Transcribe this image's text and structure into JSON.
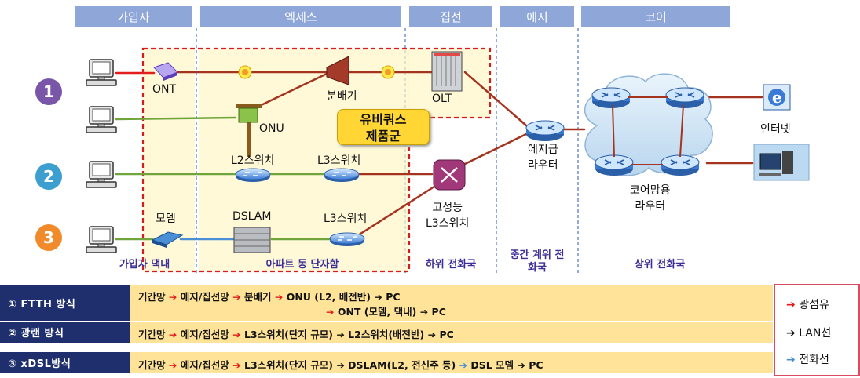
{
  "headers": {
    "subscriber": "가입자",
    "access": "엑세스",
    "aggregation": "집선",
    "edge": "에지",
    "core": "코어"
  },
  "zones": {
    "home": "가입자 댁내",
    "apartment": "아파트 동 단자함",
    "lower_office": "하위 전화국",
    "middle_office": "중간 계위 전화국",
    "upper_office": "상위 전화국"
  },
  "numbers": [
    "1",
    "2",
    "3"
  ],
  "devices": {
    "ont": "ONT",
    "onu": "ONU",
    "splitter": "분배기",
    "olt": "OLT",
    "l2_switch": "L2스위치",
    "l3_switch_1": "L3스위치",
    "l3_switch_2": "L3스위치",
    "modem": "모뎀",
    "dslam": "DSLAM",
    "hp_l3_line1": "고성능",
    "hp_l3_line2": "L3스위치",
    "edge_router_line1": "에지급",
    "edge_router_line2": "라우터",
    "core_router_line1": "코어망용",
    "core_router_line2": "라우터",
    "internet": "인터넷"
  },
  "ubiquitous": {
    "line1": "유비쿼스",
    "line2": "제품군"
  },
  "methods": [
    {
      "title": "①  FTTH 방식",
      "lines": [
        [
          "기간망",
          "에지/집선망",
          "분배기",
          "ONU (L2, 배전반)",
          "PC"
        ],
        [
          "ONT (모뎀, 댁내)",
          "PC"
        ]
      ]
    },
    {
      "title": "②  광랜 방식",
      "lines": [
        [
          "기간망",
          "에지/집선망",
          "L3스위치(단지 규모)",
          "L2스위치(배전반)",
          "PC"
        ]
      ]
    },
    {
      "title": "③  xDSL방식",
      "lines": [
        [
          "기간망",
          "에지/집선망",
          "L3스위치(단지 규모)",
          "DSLAM(L2, 전신주 등)",
          "DSL 모뎀",
          "PC"
        ]
      ]
    }
  ],
  "legend": {
    "fiber": "광섬유",
    "lan": "LAN선",
    "phone": "전화선"
  },
  "colors": {
    "header_bg": "#8ea7d8",
    "fiber": "#e21d1d",
    "lan": "#111111",
    "phone": "#4a8fd6",
    "row_title_bg": "#1f2f6e",
    "row_body_bg": "#ffe399"
  },
  "icons": [
    "pc-icon",
    "ont-icon",
    "onu-icon",
    "splitter-icon",
    "olt-icon",
    "switch-icon",
    "router-icon",
    "modem-icon",
    "dslam-icon",
    "cloud-icon",
    "ie-icon",
    "server-icon"
  ]
}
